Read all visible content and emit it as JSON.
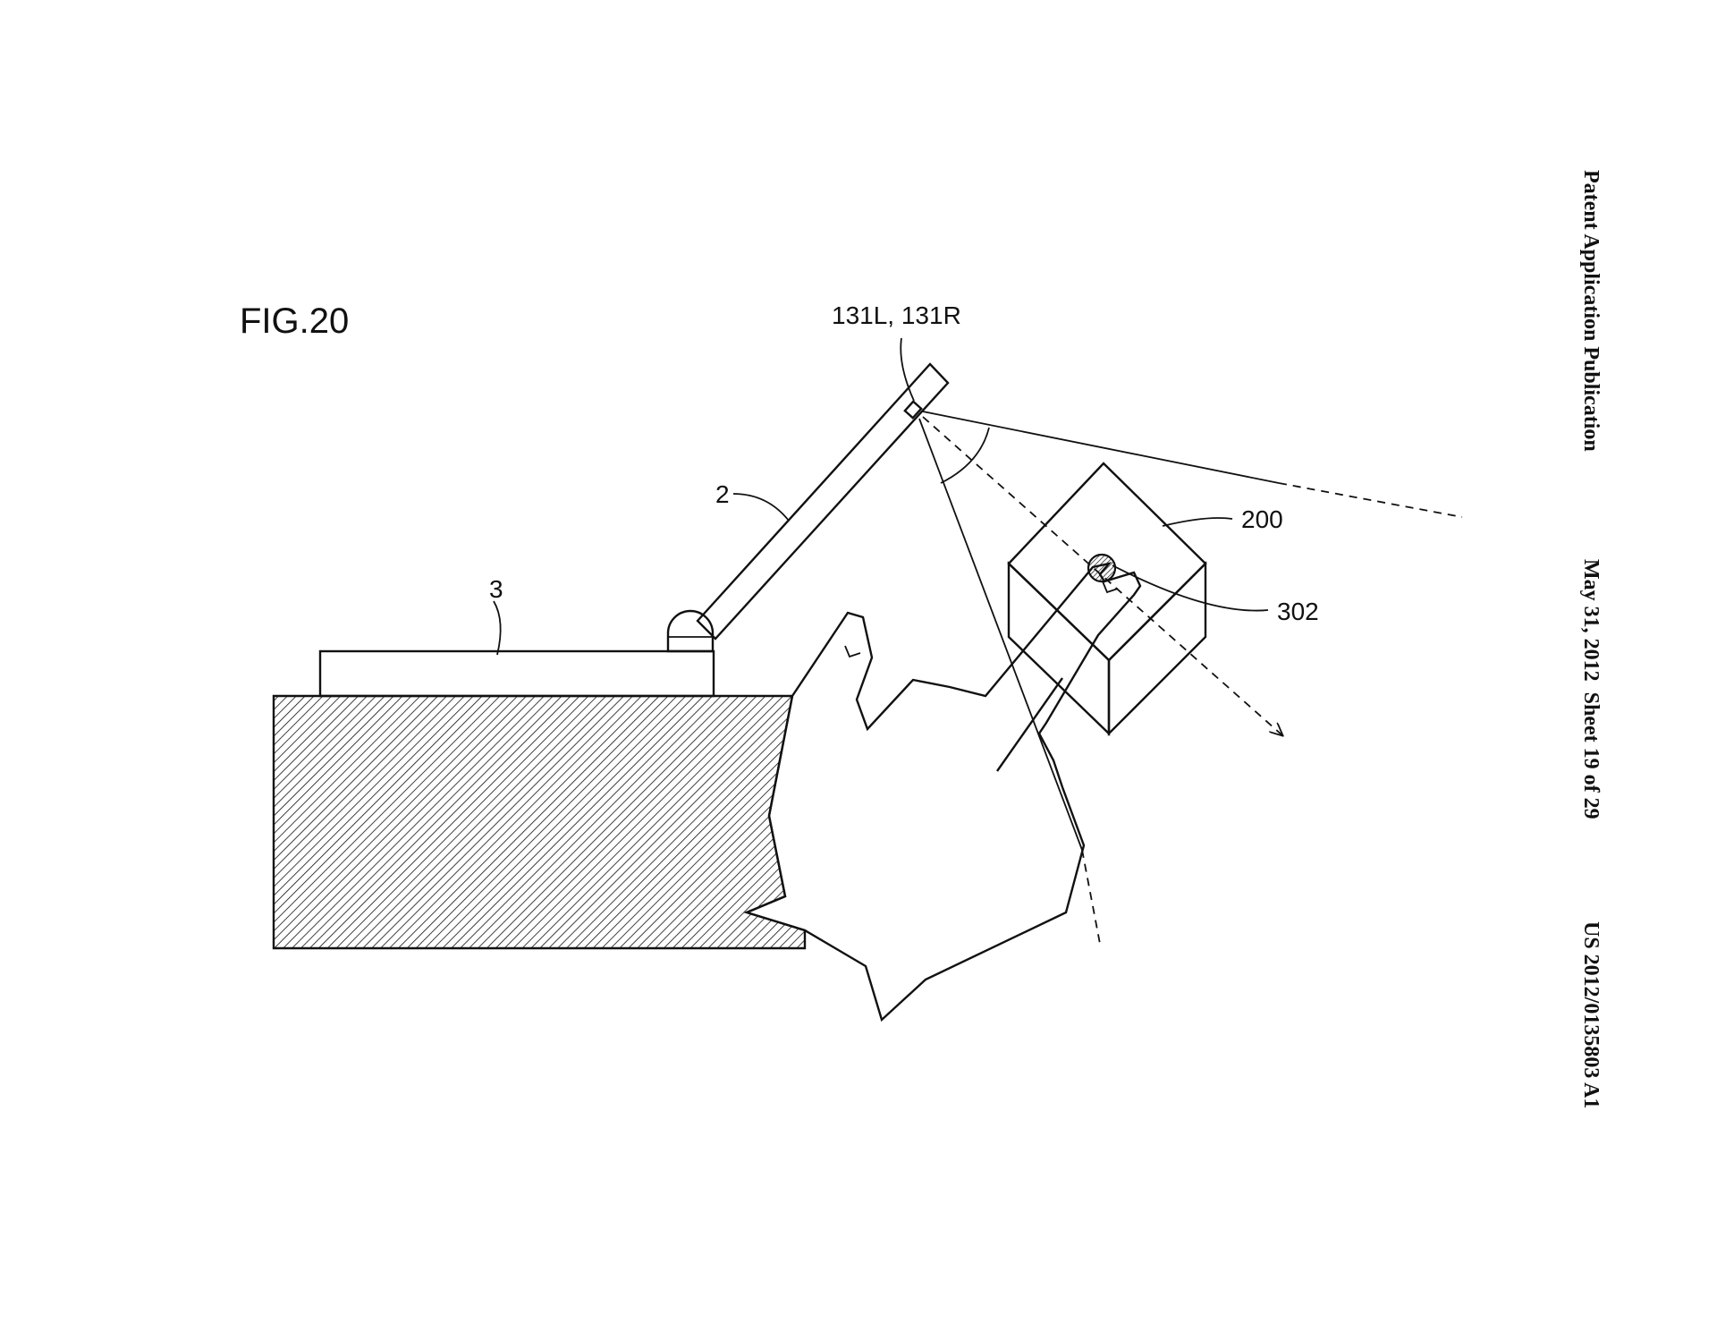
{
  "figure": {
    "title": "FIG.20"
  },
  "header": {
    "publication": "Patent Application Publication",
    "date_sheet": "May 31, 2012  Sheet 19 of 29",
    "number": "US 2012/0135803 A1"
  },
  "reference_labels": {
    "camera": "131L, 131R",
    "upper_housing": "2",
    "lower_housing": "3",
    "virtual_object": "200",
    "indicator": "302"
  }
}
